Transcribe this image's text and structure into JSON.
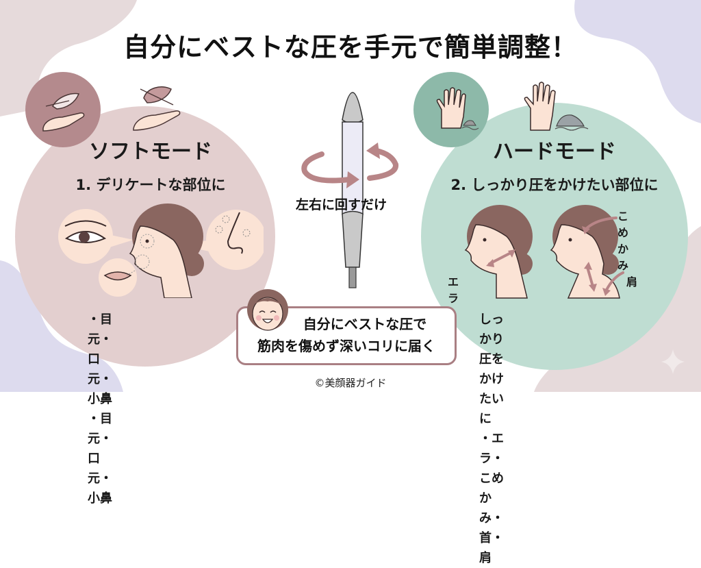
{
  "title": "自分にベストな圧を手元で簡単調整！",
  "colors": {
    "soft_bg": "#e3cfcf",
    "soft_icon_circle": "#b48a8d",
    "hard_bg": "#bfddd2",
    "hard_icon_circle": "#8db9a9",
    "corner_pink": "#e6dadb",
    "corner_lavender": "#dddbee",
    "arrow": "#b88587",
    "bubble_border": "#a97f83"
  },
  "soft_mode": {
    "icon": "feather-on-hand-icon",
    "title": "ソフトモード",
    "subtitle": "1. デリケートな部位に",
    "illustration": "face-profile-delicate-areas",
    "callouts": [
      "eye-closeup",
      "nose-closeup",
      "lips-closeup"
    ],
    "list": [
      "・目元・口元・小鼻",
      "・目元・口元・小鼻"
    ]
  },
  "center": {
    "device": "facial-device-pen",
    "rotate_label": "左右に回すだけ",
    "icon": "rotate-arrows-icon"
  },
  "hard_mode": {
    "icon": "hand-on-rock-icon",
    "title": "ハードモード",
    "subtitle": "2. しっかり圧をかけたい部位に",
    "labels": {
      "temple": "こめかみ",
      "jaw": "エラ",
      "shoulder": "肩"
    },
    "list": [
      "しっかり圧をかけたいに",
      "・エラ・こめかみ・首・肩"
    ]
  },
  "bubble": {
    "avatar": "smiling-woman-avatar",
    "lines": [
      "自分にベストな圧で",
      "筋肉を傷めず深いコリに届く"
    ]
  },
  "credit": "©美顔器ガイド"
}
